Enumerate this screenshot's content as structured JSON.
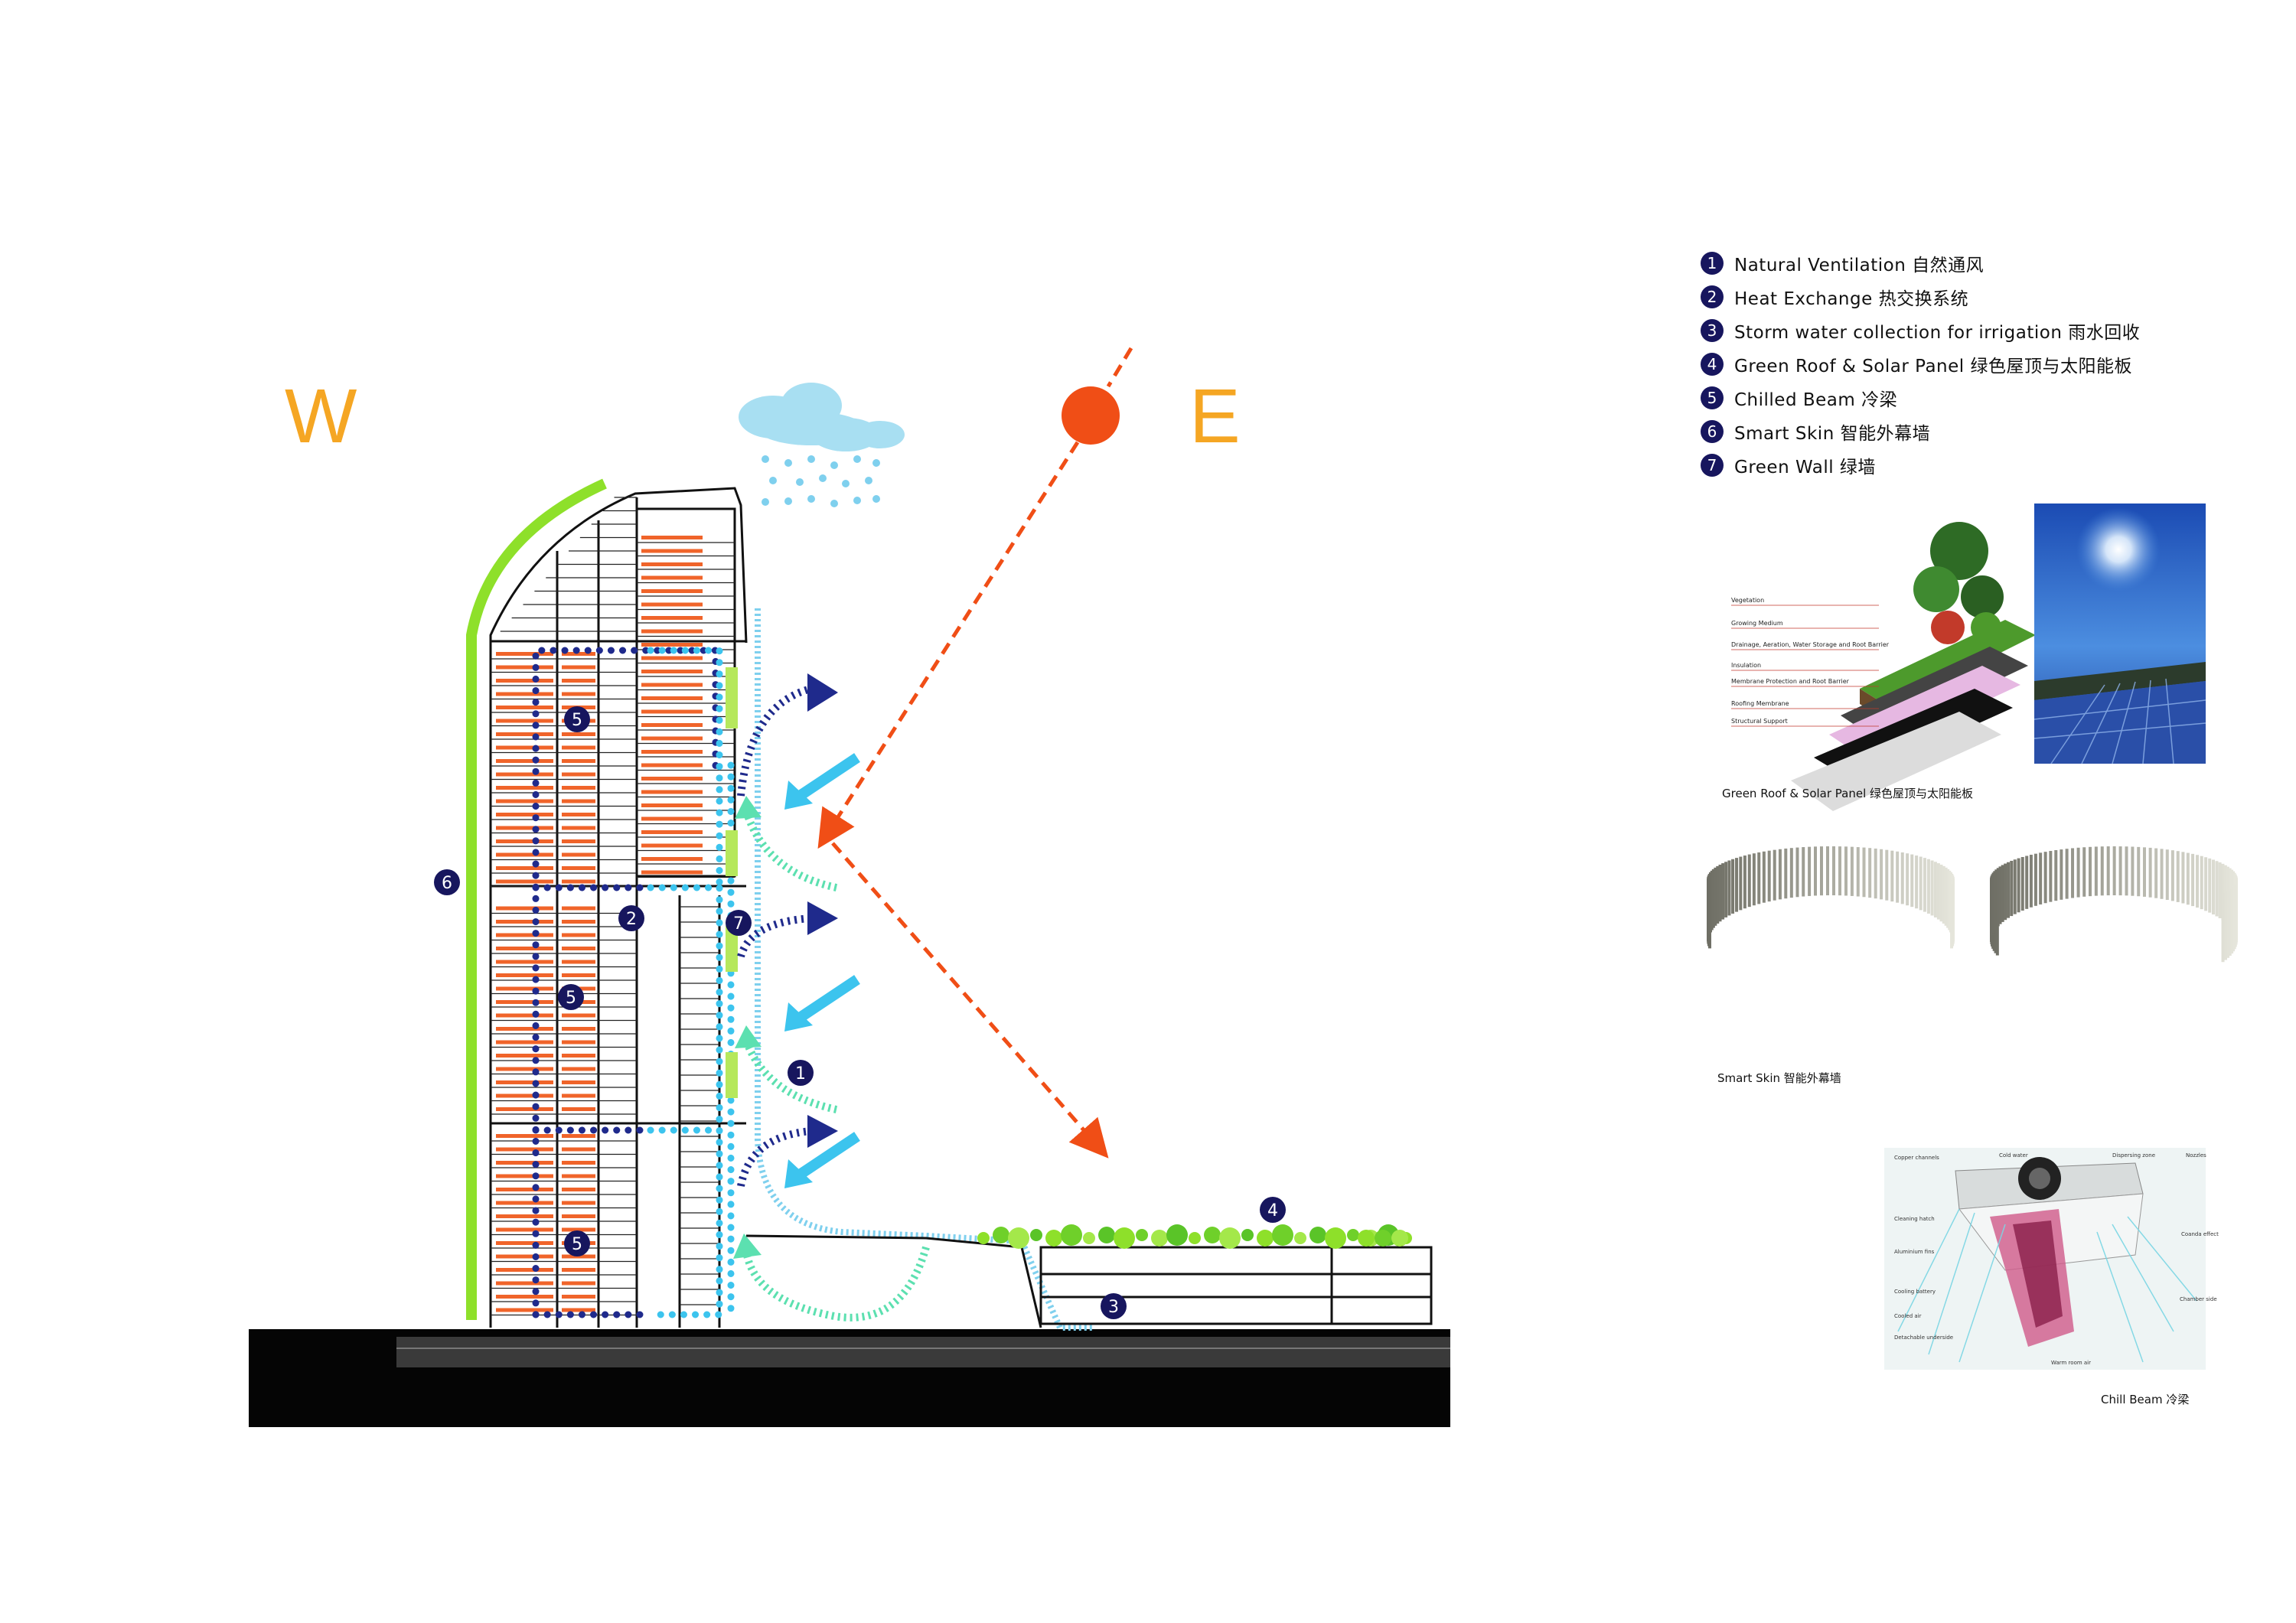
{
  "compass": {
    "west": "W",
    "east": "E"
  },
  "legend": [
    {
      "num": "1",
      "label": "Natural  Ventilation 自然通风"
    },
    {
      "num": "2",
      "label": "Heat Exchange 热交换系统"
    },
    {
      "num": "3",
      "label": "Storm water collection for irrigation   雨水回收"
    },
    {
      "num": "4",
      "label": "Green Roof & Solar Panel 绿色屋顶与太阳能板"
    },
    {
      "num": "5",
      "label": "Chilled Beam 冷梁"
    },
    {
      "num": "6",
      "label": "Smart Skin 智能外幕墙"
    },
    {
      "num": "7",
      "label": "Green Wall 绿墙"
    }
  ],
  "markers": [
    "1",
    "2",
    "3",
    "4",
    "5",
    "6",
    "7"
  ],
  "roof_layers": [
    "Vegetation",
    "Growing Medium",
    "Drainage, Aeration, Water Storage and Root Barrier",
    "Insulation",
    "Membrane Protection and Root Barrier",
    "Roofing Membrane",
    "Structural Support"
  ],
  "beam_parts": [
    "Copper channels",
    "Cold water",
    "Dispersing zone",
    "Nozzles",
    "Cleaning hatch",
    "Coanda effect",
    "Aluminium fins",
    "Cooling battery",
    "Chamber side",
    "Cooled air",
    "Detachable underside",
    "Warm room air"
  ],
  "captions": {
    "green_roof": "Green Roof & Solar Panel 绿色屋顶与太阳能板",
    "smart_skin": "Smart Skin 智能外幕墙",
    "chill_beam": "Chill Beam 冷梁"
  },
  "colors": {
    "west_east_letters": "#f5a623",
    "sun": "#f04e16",
    "green_skin": "#8ee02a",
    "badge": "#17165e",
    "cool_air": "#3cc4ee",
    "warm_air": "#5ce0b0",
    "exhaust": "#1f2a8c",
    "floor_slab": "#f0642a"
  }
}
